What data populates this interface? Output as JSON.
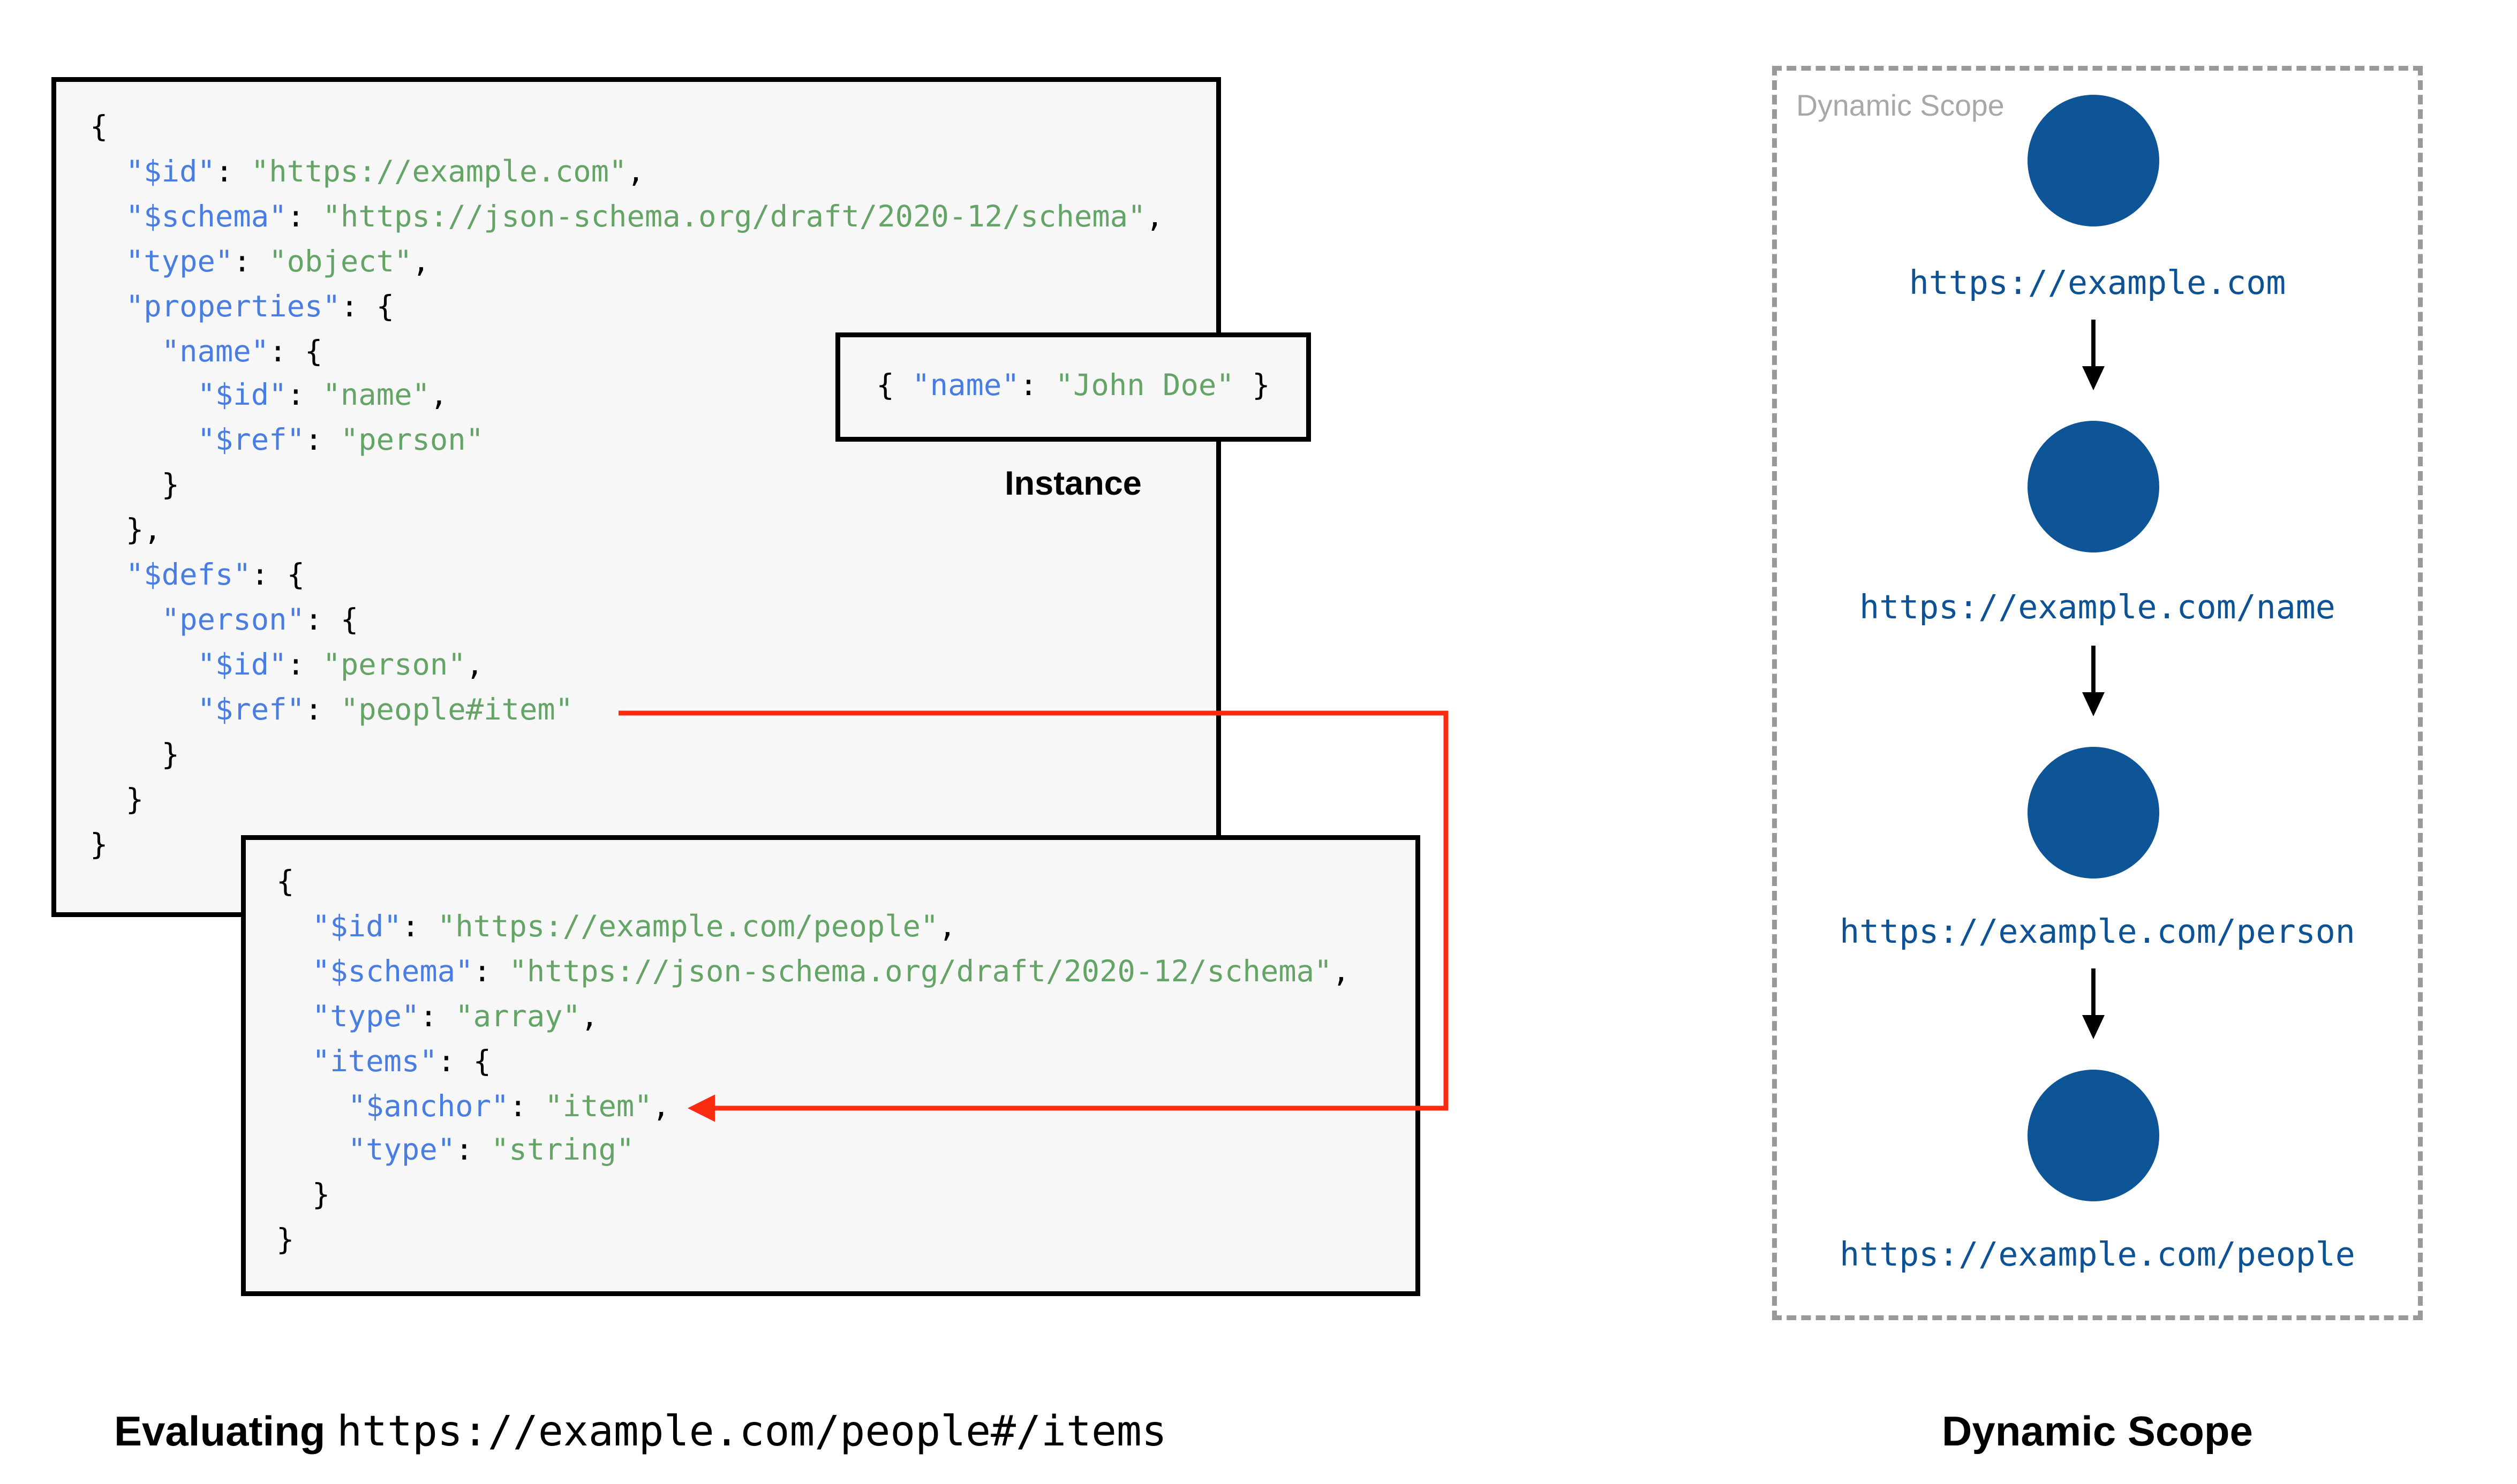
{
  "palette": {
    "key_blue": "#4a7de2",
    "string_green": "#64a466",
    "plain_black": "#000000",
    "box_background": "#f7f7f7",
    "box_border": "#000000",
    "red_arrow": "#fb2c10",
    "node_blue": "#0e5598",
    "url_blue": "#0d5295",
    "panel_label_gray": "#a8a8a8",
    "dash_border_gray": "#999999"
  },
  "schema_box": {
    "lines": [
      [
        [
          "p",
          "{"
        ]
      ],
      [
        [
          "p",
          "  "
        ],
        [
          "k",
          "\"$id\""
        ],
        [
          "p",
          ": "
        ],
        [
          "s",
          "\"https://example.com\""
        ],
        [
          "p",
          ","
        ]
      ],
      [
        [
          "p",
          "  "
        ],
        [
          "k",
          "\"$schema\""
        ],
        [
          "p",
          ": "
        ],
        [
          "s",
          "\"https://json-schema.org/draft/2020-12/schema\""
        ],
        [
          "p",
          ","
        ]
      ],
      [
        [
          "p",
          "  "
        ],
        [
          "k",
          "\"type\""
        ],
        [
          "p",
          ": "
        ],
        [
          "s",
          "\"object\""
        ],
        [
          "p",
          ","
        ]
      ],
      [
        [
          "p",
          "  "
        ],
        [
          "k",
          "\"properties\""
        ],
        [
          "p",
          ": {"
        ]
      ],
      [
        [
          "p",
          "    "
        ],
        [
          "k",
          "\"name\""
        ],
        [
          "p",
          ": {"
        ]
      ],
      [
        [
          "p",
          "      "
        ],
        [
          "k",
          "\"$id\""
        ],
        [
          "p",
          ": "
        ],
        [
          "s",
          "\"name\""
        ],
        [
          "p",
          ","
        ]
      ],
      [
        [
          "p",
          "      "
        ],
        [
          "k",
          "\"$ref\""
        ],
        [
          "p",
          ": "
        ],
        [
          "s",
          "\"person\""
        ]
      ],
      [
        [
          "p",
          "    }"
        ]
      ],
      [
        [
          "p",
          "  },"
        ]
      ],
      [
        [
          "p",
          "  "
        ],
        [
          "k",
          "\"$defs\""
        ],
        [
          "p",
          ": {"
        ]
      ],
      [
        [
          "p",
          "    "
        ],
        [
          "k",
          "\"person\""
        ],
        [
          "p",
          ": {"
        ]
      ],
      [
        [
          "p",
          "      "
        ],
        [
          "k",
          "\"$id\""
        ],
        [
          "p",
          ": "
        ],
        [
          "s",
          "\"person\""
        ],
        [
          "p",
          ","
        ]
      ],
      [
        [
          "p",
          "      "
        ],
        [
          "k",
          "\"$ref\""
        ],
        [
          "p",
          ": "
        ],
        [
          "s",
          "\"people#item\""
        ]
      ],
      [
        [
          "p",
          "    }"
        ]
      ],
      [
        [
          "p",
          "  }"
        ]
      ],
      [
        [
          "p",
          "}"
        ]
      ]
    ]
  },
  "people_box": {
    "lines": [
      [
        [
          "p",
          "{"
        ]
      ],
      [
        [
          "p",
          "  "
        ],
        [
          "k",
          "\"$id\""
        ],
        [
          "p",
          ": "
        ],
        [
          "s",
          "\"https://example.com/people\""
        ],
        [
          "p",
          ","
        ]
      ],
      [
        [
          "p",
          "  "
        ],
        [
          "k",
          "\"$schema\""
        ],
        [
          "p",
          ": "
        ],
        [
          "s",
          "\"https://json-schema.org/draft/2020-12/schema\""
        ],
        [
          "p",
          ","
        ]
      ],
      [
        [
          "p",
          "  "
        ],
        [
          "k",
          "\"type\""
        ],
        [
          "p",
          ": "
        ],
        [
          "s",
          "\"array\""
        ],
        [
          "p",
          ","
        ]
      ],
      [
        [
          "p",
          "  "
        ],
        [
          "k",
          "\"items\""
        ],
        [
          "p",
          ": {"
        ]
      ],
      [
        [
          "p",
          "    "
        ],
        [
          "k",
          "\"$anchor\""
        ],
        [
          "p",
          ": "
        ],
        [
          "s",
          "\"item\""
        ],
        [
          "p",
          ","
        ]
      ],
      [
        [
          "p",
          "    "
        ],
        [
          "k",
          "\"type\""
        ],
        [
          "p",
          ": "
        ],
        [
          "s",
          "\"string\""
        ]
      ],
      [
        [
          "p",
          "  }"
        ]
      ],
      [
        [
          "p",
          "}"
        ]
      ]
    ]
  },
  "instance": {
    "label": "Instance",
    "line": [
      [
        "p",
        "{ "
      ],
      [
        "k",
        "\"name\""
      ],
      [
        "p",
        ": "
      ],
      [
        "s",
        "\"John Doe\""
      ],
      [
        "p",
        " }"
      ]
    ]
  },
  "dynamic_scope": {
    "panel_label": "Dynamic Scope",
    "caption": "Dynamic Scope",
    "nodes": [
      {
        "url": "https://example.com"
      },
      {
        "url": "https://example.com/name"
      },
      {
        "url": "https://example.com/person"
      },
      {
        "url": "https://example.com/people"
      }
    ]
  },
  "evaluating": {
    "prefix": "Evaluating",
    "uri": "https://example.com/people#/items"
  }
}
